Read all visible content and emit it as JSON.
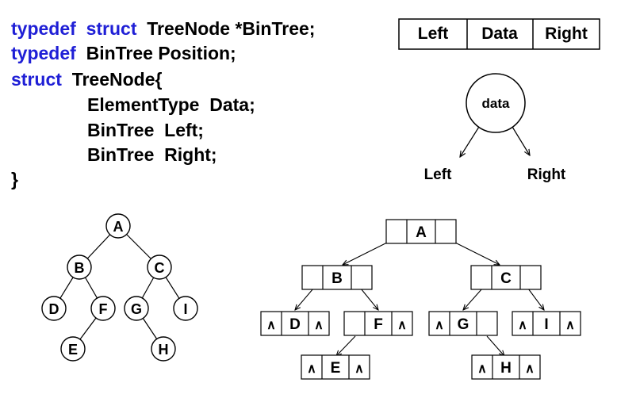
{
  "code": {
    "line1": {
      "kw1": "typedef",
      "kw2": "struct",
      "rest": "TreeNode *BinTree;"
    },
    "line2": {
      "kw1": "typedef",
      "rest": "BinTree Position;"
    },
    "line3": {
      "kw1": "struct",
      "rest": "TreeNode{"
    },
    "line4": "ElementType  Data;",
    "line5": "BinTree  Left;",
    "line6": "BinTree  Right;",
    "line7": "}"
  },
  "legend": {
    "cells": [
      "Left",
      "Data",
      "Right"
    ],
    "node_label": "data",
    "left_label": "Left",
    "right_label": "Right"
  },
  "tree_nodes": [
    "A",
    "B",
    "C",
    "D",
    "F",
    "G",
    "I",
    "E",
    "H"
  ],
  "null_marker": "∧",
  "colors": {
    "keyword": "#1f1fd6",
    "text": "#000000"
  }
}
